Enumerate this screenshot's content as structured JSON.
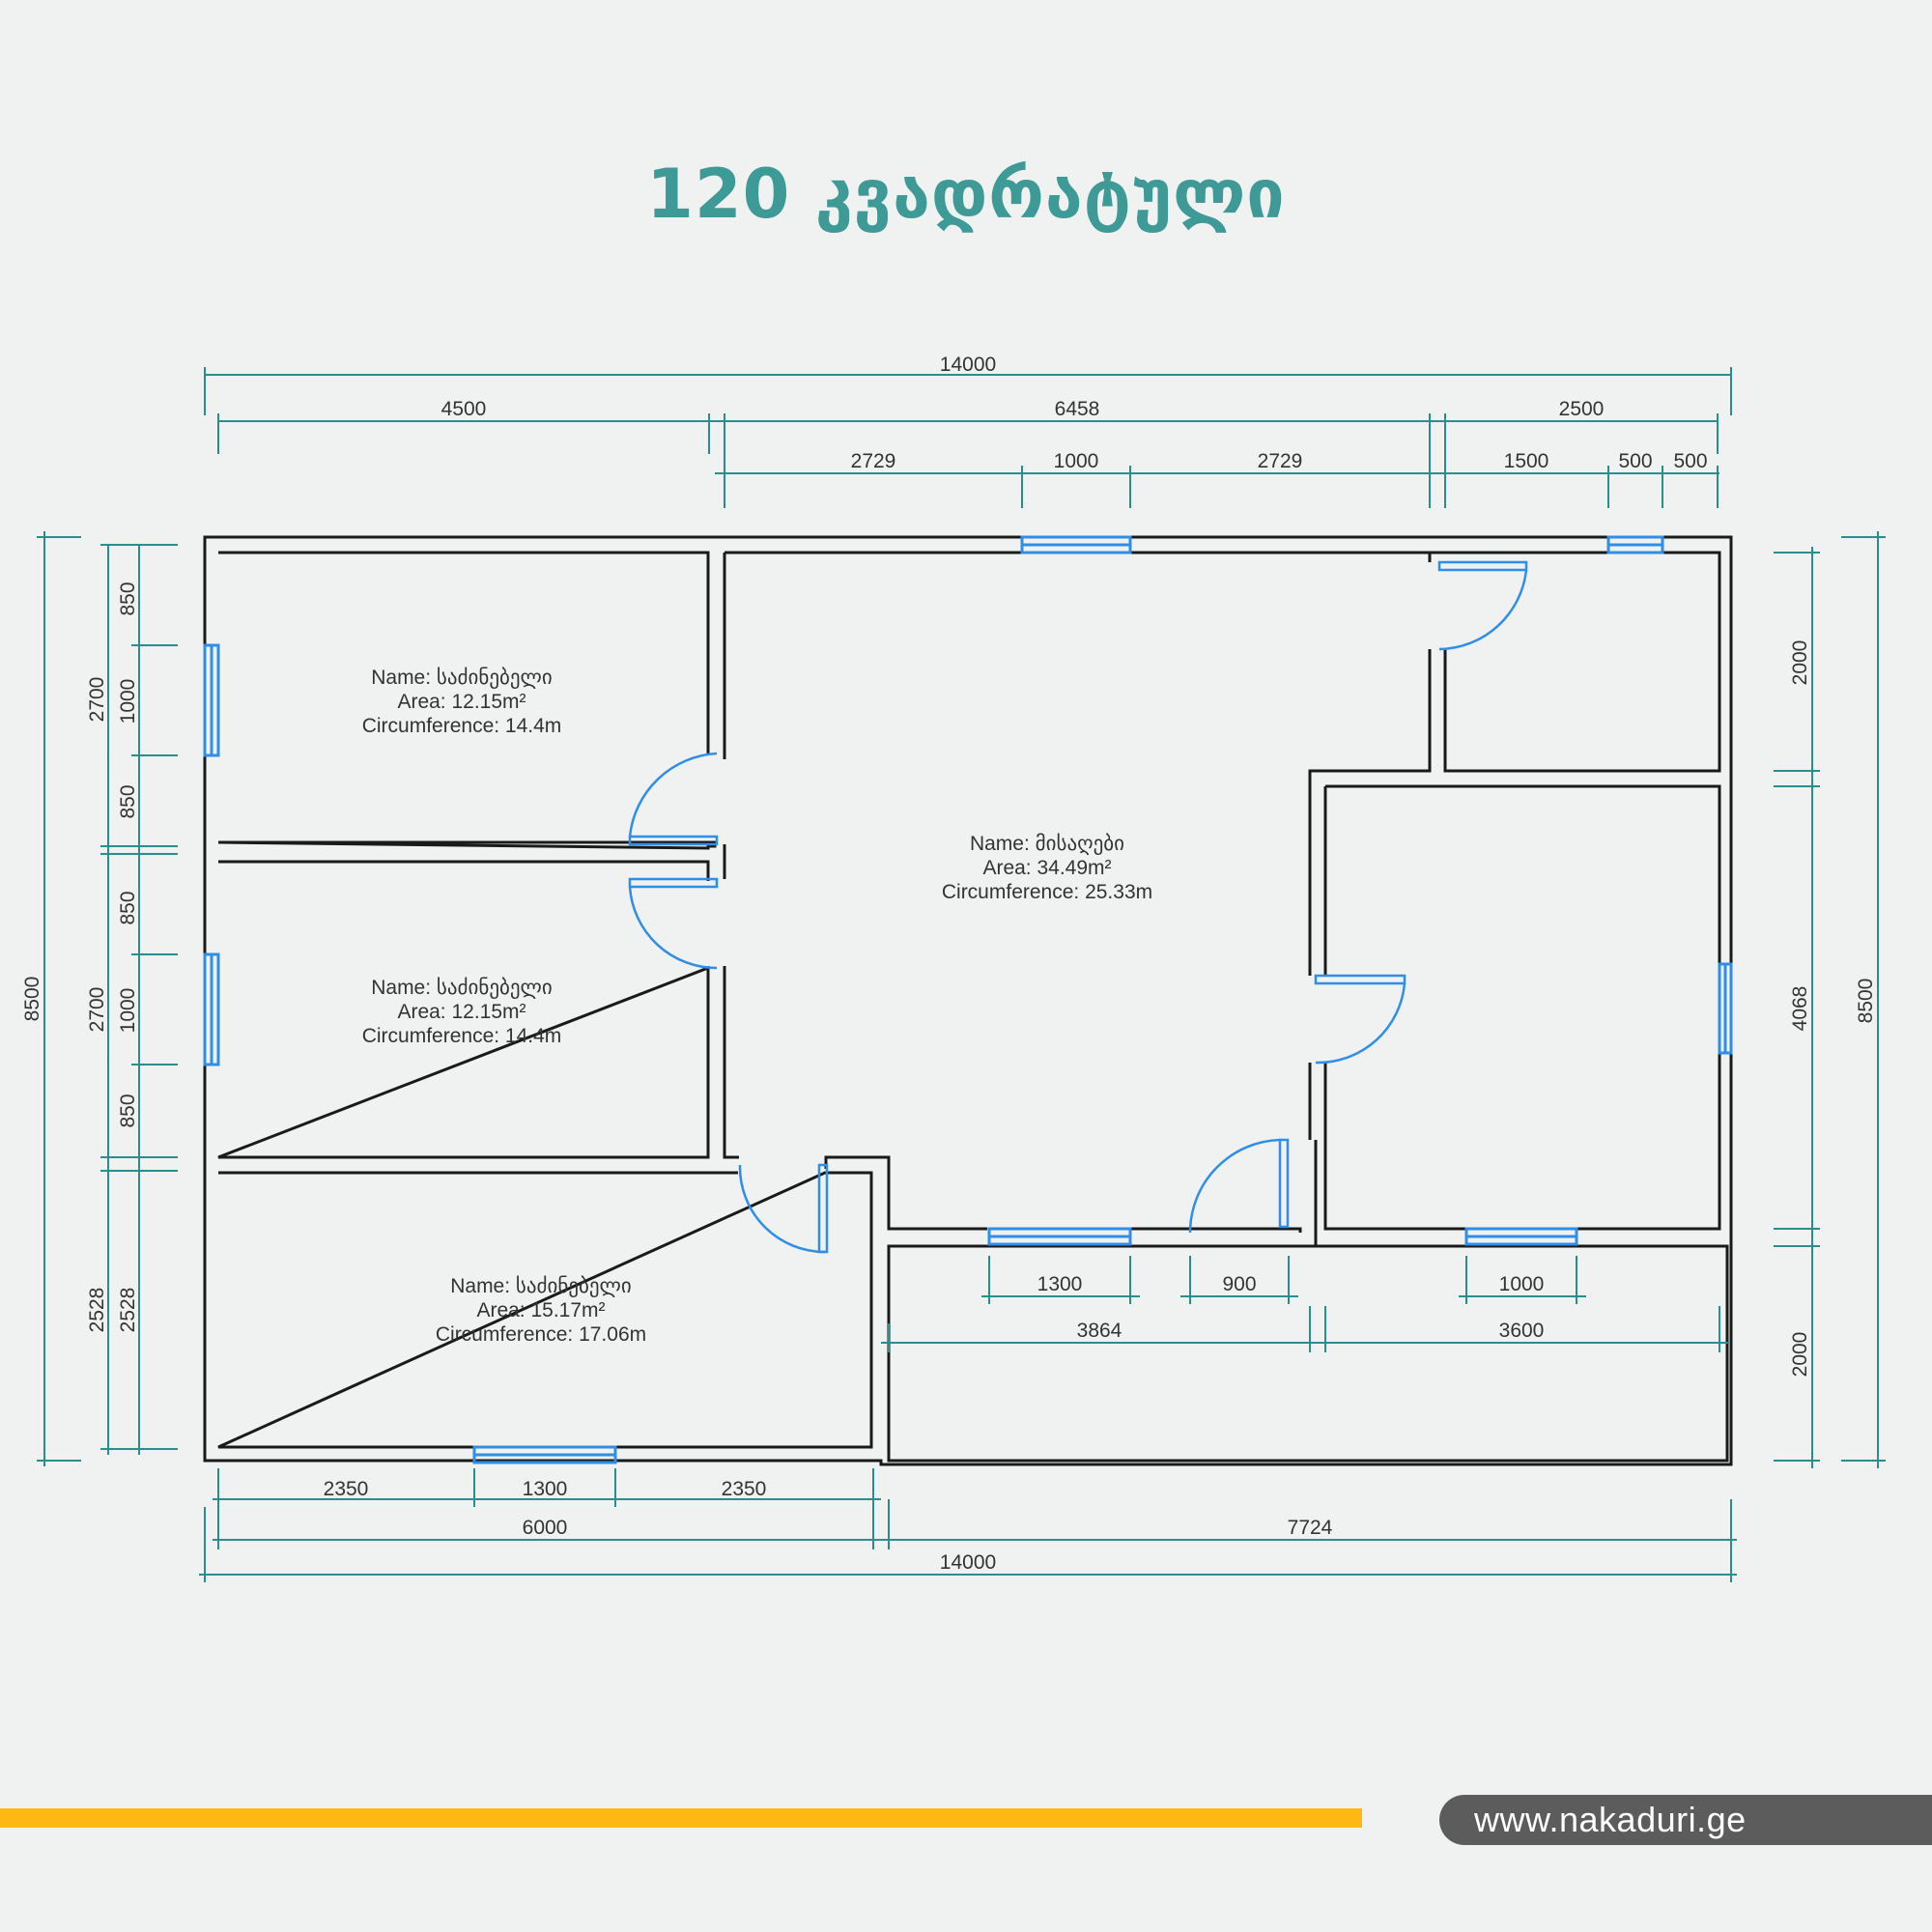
{
  "title": "120 კვადრატული",
  "website": "www.nakaduri.ge",
  "colors": {
    "background": "#f0f1f1",
    "title": "#3e9a96",
    "dimension": "#2a8e8c",
    "wall": "#1a1a1a",
    "opening": "#2e8ee8",
    "accent_bar": "#fdb813",
    "url_pill": "#5c5c5c"
  },
  "dimensions": {
    "top_total": "14000",
    "top_seg1": "4500",
    "top_seg2": "6458",
    "top_seg3": "2500",
    "top_sub1": "2729",
    "top_sub2": "1000",
    "top_sub3": "2729",
    "top_sub4": "1500",
    "top_sub5": "500",
    "top_sub6": "500",
    "left_total": "8500",
    "left_seg1": "2700",
    "left_seg2": "2700",
    "left_seg3": "2528",
    "left_sub1": "850",
    "left_sub2": "1000",
    "left_sub3": "850",
    "left_sub4": "850",
    "left_sub5": "1000",
    "left_sub6": "850",
    "left_sub7": "2528",
    "right_total": "8500",
    "right_seg1": "2000",
    "right_seg2": "4068",
    "right_seg3": "2000",
    "bottom_total": "14000",
    "bottom_seg1": "6000",
    "bottom_seg2": "7724",
    "bottom_sub1": "2350",
    "bottom_sub2": "1300",
    "bottom_sub3": "2350",
    "inner_sub1": "1300",
    "inner_sub2": "900",
    "inner_sub3": "1000",
    "inner_seg1": "3864",
    "inner_seg2": "3600"
  },
  "rooms": [
    {
      "name": "Name: საძინებელი",
      "area": "Area: 12.15m²",
      "circumference": "Circumference: 14.4m"
    },
    {
      "name": "Name: საძინებელი",
      "area": "Area: 12.15m²",
      "circumference": "Circumference: 14.4m"
    },
    {
      "name": "Name: საძინებელი",
      "area": "Area: 15.17m²",
      "circumference": "Circumference: 17.06m"
    },
    {
      "name": "Name: მისაღები",
      "area": "Area: 34.49m²",
      "circumference": "Circumference: 25.33m"
    }
  ]
}
